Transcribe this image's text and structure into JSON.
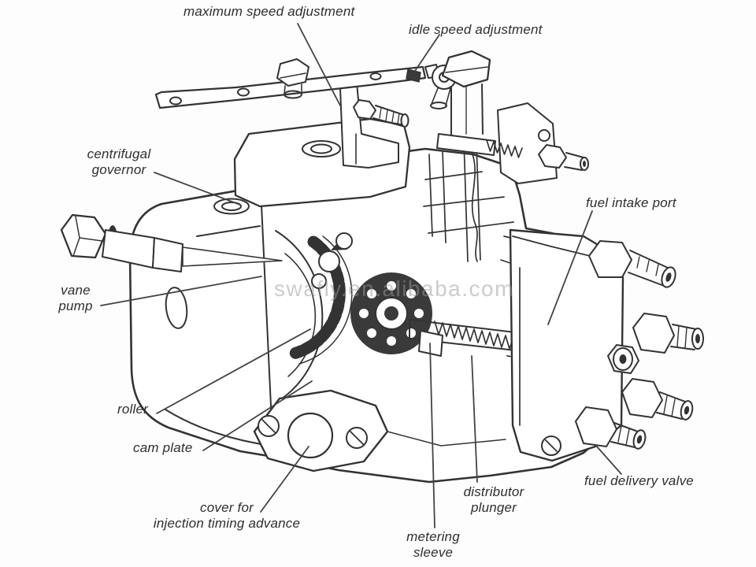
{
  "figure": {
    "type": "technical-line-drawing",
    "subject": "distributor fuel injection pump cutaway",
    "watermark": "swafly.en.alibaba.com",
    "line_color": "#333333",
    "background": "#fdfdfd"
  },
  "labels": {
    "maximum_speed": {
      "text": "maximum speed adjustment"
    },
    "idle_speed": {
      "text": "idle speed adjustment"
    },
    "centrifugal_governor": {
      "line1": "centrifugal",
      "line2": "governor"
    },
    "fuel_intake_port": {
      "text": "fuel intake port"
    },
    "vane_pump": {
      "line1": "vane",
      "line2": "pump"
    },
    "roller": {
      "text": "roller"
    },
    "cam_plate": {
      "text": "cam plate"
    },
    "cover_timing": {
      "line1": "cover for",
      "line2": "injection timing advance"
    },
    "distributor_plunger": {
      "line1": "distributor",
      "line2": "plunger"
    },
    "metering_sleeve": {
      "line1": "metering",
      "line2": "sleeve"
    },
    "fuel_delivery_valve": {
      "text": "fuel delivery valve"
    }
  }
}
